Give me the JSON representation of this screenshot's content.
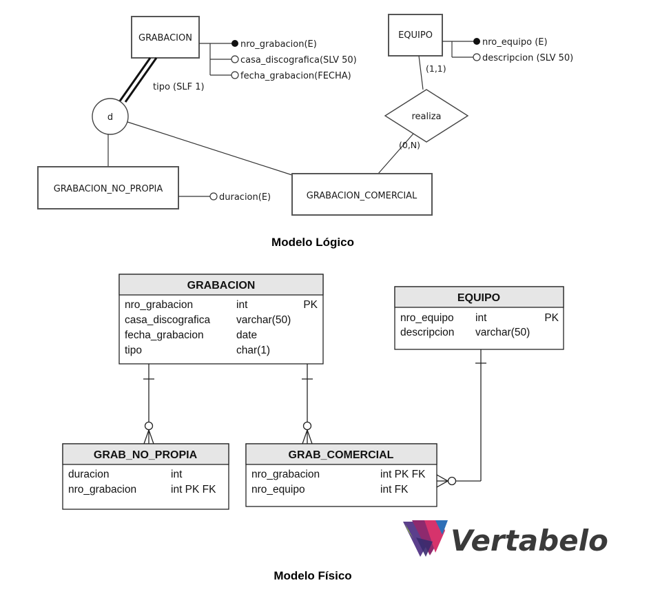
{
  "logical": {
    "entities": {
      "grabacion": "GRABACION",
      "equipo": "EQUIPO",
      "no_propia": "GRABACION_NO_PROPIA",
      "comercial": "GRABACION_COMERCIAL"
    },
    "relationship": "realiza",
    "subtype_marker": "d",
    "discriminator": "tipo (SLF 1)",
    "attributes": {
      "nro_grabacion": "nro_grabacion(E)",
      "casa_discografica": "casa_discografica(SLV 50)",
      "fecha_grabacion": "fecha_grabacion(FECHA)",
      "nro_equipo": "nro_equipo (E)",
      "descripcion": "descripcion (SLV 50)",
      "duracion": "duracion(E)"
    },
    "cardinalities": {
      "equipo": "(1,1)",
      "comercial": "(0,N)"
    },
    "caption": "Modelo Lógico"
  },
  "physical": {
    "tables": {
      "grabacion": {
        "title": "GRABACION",
        "rows": [
          [
            "nro_grabacion",
            "int",
            "PK"
          ],
          [
            "casa_discografica",
            "varchar(50)",
            ""
          ],
          [
            "fecha_grabacion",
            "date",
            ""
          ],
          [
            "tipo",
            "char(1)",
            ""
          ]
        ]
      },
      "equipo": {
        "title": "EQUIPO",
        "rows": [
          [
            "nro_equipo",
            "int",
            "PK"
          ],
          [
            "descripcion",
            "varchar(50)",
            ""
          ]
        ]
      },
      "no_propia": {
        "title": "GRAB_NO_PROPIA",
        "rows": [
          [
            "duracion",
            "int"
          ],
          [
            "nro_grabacion",
            "int PK FK"
          ]
        ]
      },
      "comercial": {
        "title": "GRAB_COMERCIAL",
        "rows": [
          [
            "nro_grabacion",
            "int PK FK"
          ],
          [
            "nro_equipo",
            "int FK"
          ]
        ]
      }
    },
    "brand": "Vertabelo",
    "caption": "Modelo Físico"
  },
  "colors": {
    "header_fill": "#e6e6e6",
    "line": "#333333",
    "logo": [
      "#5b3f8c",
      "#8e2a6e",
      "#d6336c",
      "#2e6fb7",
      "#8fc33f"
    ]
  }
}
